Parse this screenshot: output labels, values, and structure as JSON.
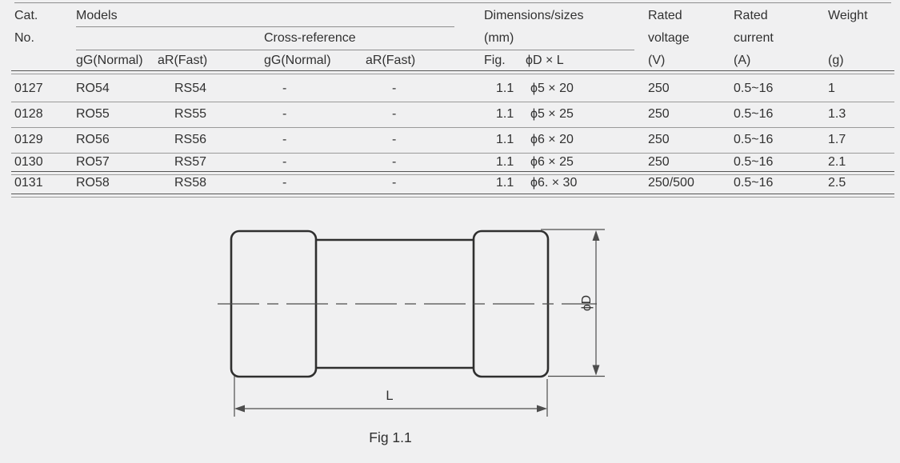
{
  "table": {
    "header": {
      "cat_line1": "Cat.",
      "cat_line2": "No.",
      "models": "Models",
      "cross_reference": "Cross-reference",
      "sub_gg_models": "gG(Normal)",
      "sub_ar_models": "aR(Fast)",
      "sub_gg_cross": "gG(Normal)",
      "sub_ar_cross": "aR(Fast)",
      "dimensions_line1": "Dimensions/sizes",
      "dimensions_line2": "(mm)",
      "fig_col": "Fig.",
      "dxl_col": "ϕD × L",
      "rated_voltage_line1": "Rated",
      "rated_voltage_line2": "voltage",
      "rated_voltage_unit": "(V)",
      "rated_current_line1": "Rated",
      "rated_current_line2": "current",
      "rated_current_unit": "(A)",
      "weight": "Weight",
      "weight_unit": "(g)"
    },
    "rows": [
      [
        "0127",
        "RO54",
        "RS54",
        "-",
        "-",
        "1.1",
        "ϕ5 × 20",
        "250",
        "0.5~16",
        "1"
      ],
      [
        "0128",
        "RO55",
        "RS55",
        "-",
        "-",
        "1.1",
        "ϕ5 × 25",
        "250",
        "0.5~16",
        "1.3"
      ],
      [
        "0129",
        "RO56",
        "RS56",
        "-",
        "-",
        "1.1",
        "ϕ6 × 20",
        "250",
        "0.5~16",
        "1.7"
      ],
      [
        "0130",
        "RO57",
        "RS57",
        "-",
        "-",
        "1.1",
        "ϕ6 × 25",
        "250",
        "0.5~16",
        "2.1"
      ],
      [
        "0131",
        "RO58",
        "RS58",
        "-",
        "-",
        "1.1",
        "ϕ6. × 30",
        "250/500",
        "0.5~16",
        "2.5"
      ]
    ]
  },
  "figure": {
    "label_diameter": "ϕD",
    "label_length": "L",
    "caption": "Fig 1.1"
  },
  "colors": {
    "background": "#f0f0f1",
    "text": "#313131",
    "line_dark": "#565656",
    "line_light": "#9a9a9a",
    "drawing_stroke": "#2f2f2f"
  }
}
